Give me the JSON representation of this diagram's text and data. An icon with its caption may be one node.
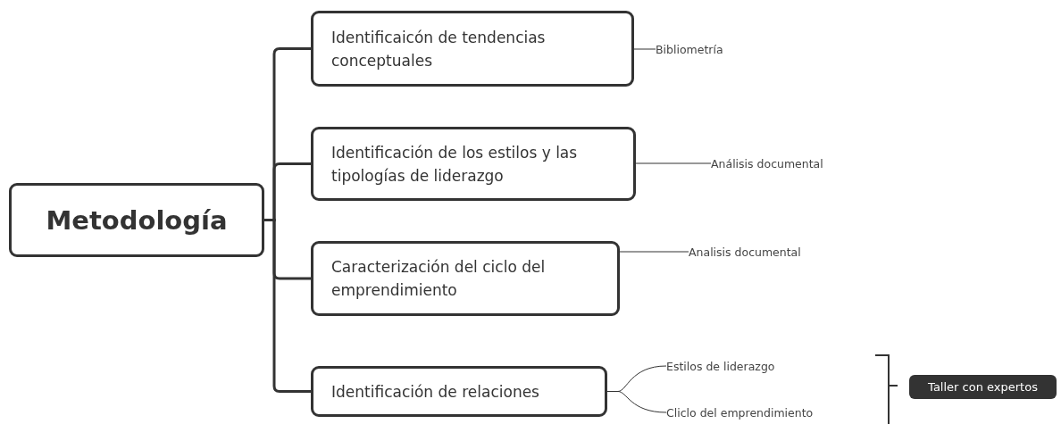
{
  "diagram": {
    "nodes": [
      {
        "text": [
          "Metodología"
        ]
      },
      {
        "text": [
          "Identificaicón de tendencias conceptuales"
        ]
      },
      {
        "text": [
          "Identificación de los estilos y las tipologías de liderazgo"
        ]
      },
      {
        "text": [
          "Caracterización del ciclo del emprendimiento"
        ]
      },
      {
        "text": [
          "Identificación de relaciones"
        ]
      },
      {
        "text": [
          "Bibliometría"
        ]
      },
      {
        "text": [
          "Análisis documental"
        ]
      },
      {
        "text": [
          "Analisis documental"
        ]
      },
      {
        "text": [
          "Estilos de liderazgo"
        ]
      },
      {
        "text": [
          "Cliclo del emprendimiento"
        ]
      },
      {
        "text": [
          "Taller con expertos"
        ]
      }
    ],
    "edges": [
      {
        "from": 0,
        "to": 1,
        "arrow": "none",
        "style": "thick"
      },
      {
        "from": 0,
        "to": 2,
        "arrow": "none",
        "style": "thick"
      },
      {
        "from": 0,
        "to": 3,
        "arrow": "none",
        "style": "thick"
      },
      {
        "from": 0,
        "to": 4,
        "arrow": "none",
        "style": "thick"
      },
      {
        "from": 1,
        "to": 5,
        "arrow": "none"
      },
      {
        "from": 2,
        "to": 6,
        "arrow": "none"
      },
      {
        "from": 3,
        "to": 7,
        "arrow": "none"
      },
      {
        "from": 4,
        "to": 8,
        "arrow": "none"
      },
      {
        "from": 4,
        "to": 9,
        "arrow": "none"
      }
    ]
  }
}
